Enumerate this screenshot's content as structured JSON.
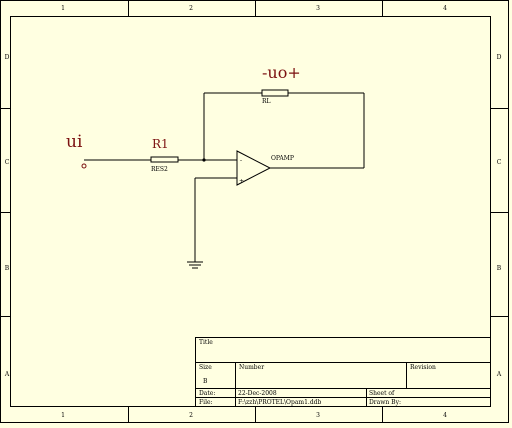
{
  "border": {
    "columns": [
      "1",
      "2",
      "3",
      "4"
    ],
    "rows": [
      "D",
      "C",
      "B",
      "A"
    ]
  },
  "schematic": {
    "input_label": "ui",
    "output_label": "-uo+",
    "input_resistor": {
      "designator": "R1",
      "value": "RES2"
    },
    "feedback_resistor": {
      "value": "RL"
    },
    "opamp": {
      "value": "OPAMP",
      "minus_sign": "-",
      "plus_sign": "+"
    }
  },
  "title_block": {
    "title_label": "Title",
    "size_label": "Size",
    "size_value": "B",
    "number_label": "Number",
    "revision_label": "Revision",
    "date_label": "Date:",
    "date_value": "22-Dec-2008",
    "sheet_label": "Sheet    of",
    "file_label": "File:",
    "file_value": "F:\\zzh\\PROTEL\\Opam1.ddb",
    "drawn_by_label": "Drawn By:"
  },
  "colors": {
    "background": "#ffffe1",
    "line": "#000000",
    "large_label": "#7b1010"
  }
}
